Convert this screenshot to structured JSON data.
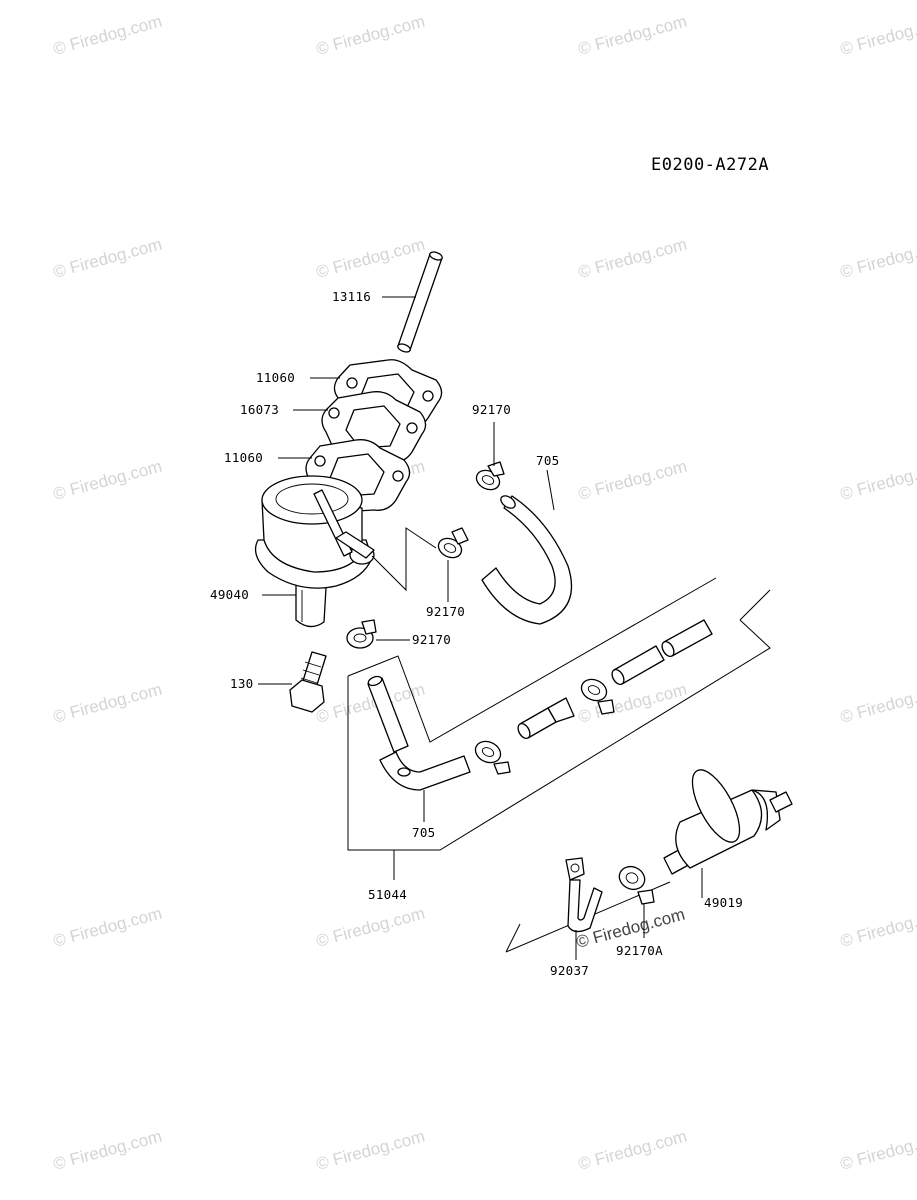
{
  "diagram": {
    "code": "E0200-A272A",
    "watermark": "© Firedog.com",
    "labels": {
      "p13116": "13116",
      "p11060_top": "11060",
      "p16073": "16073",
      "p11060_bottom": "11060",
      "p92170_upper": "92170",
      "p705_upper": "705",
      "p49040": "49040",
      "p92170_mid": "92170",
      "p92170_lower": "92170",
      "p130": "130",
      "p705_lower": "705",
      "p51044": "51044",
      "p49019": "49019",
      "p92037": "92037",
      "p92170A": "92170A"
    }
  }
}
